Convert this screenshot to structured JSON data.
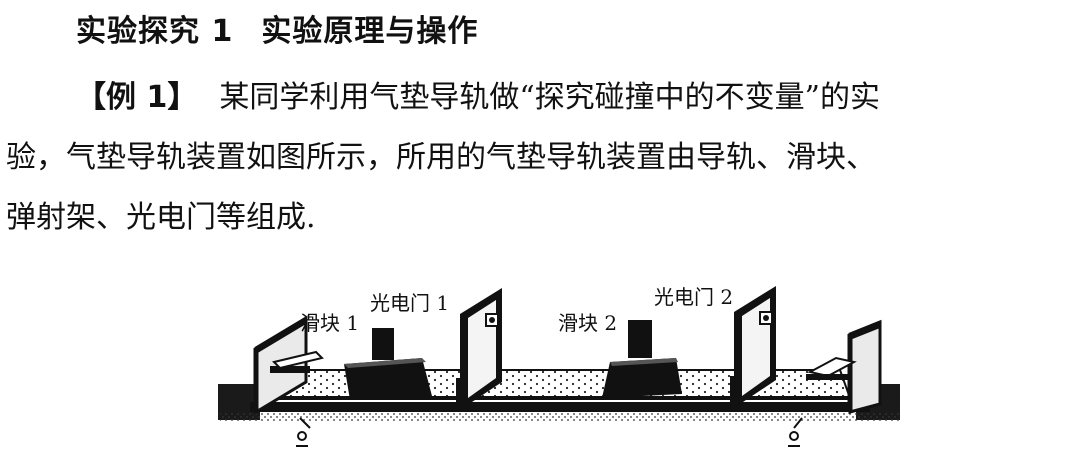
{
  "heading": {
    "title": "实验探究 1",
    "subtitle": "实验原理与操作"
  },
  "example": {
    "tag": "【例 1】",
    "lines": [
      "某同学利用气垫导轨做“探究碰撞中的不变量”的实",
      "验，气垫导轨装置如图所示，所用的气垫导轨装置由导轨、滑块、",
      "弹射架、光电门等组成."
    ]
  },
  "figure": {
    "labels": {
      "slider1": "滑块 1",
      "gate1": "光电门 1",
      "slider2": "滑块 2",
      "gate2": "光电门 2"
    }
  }
}
